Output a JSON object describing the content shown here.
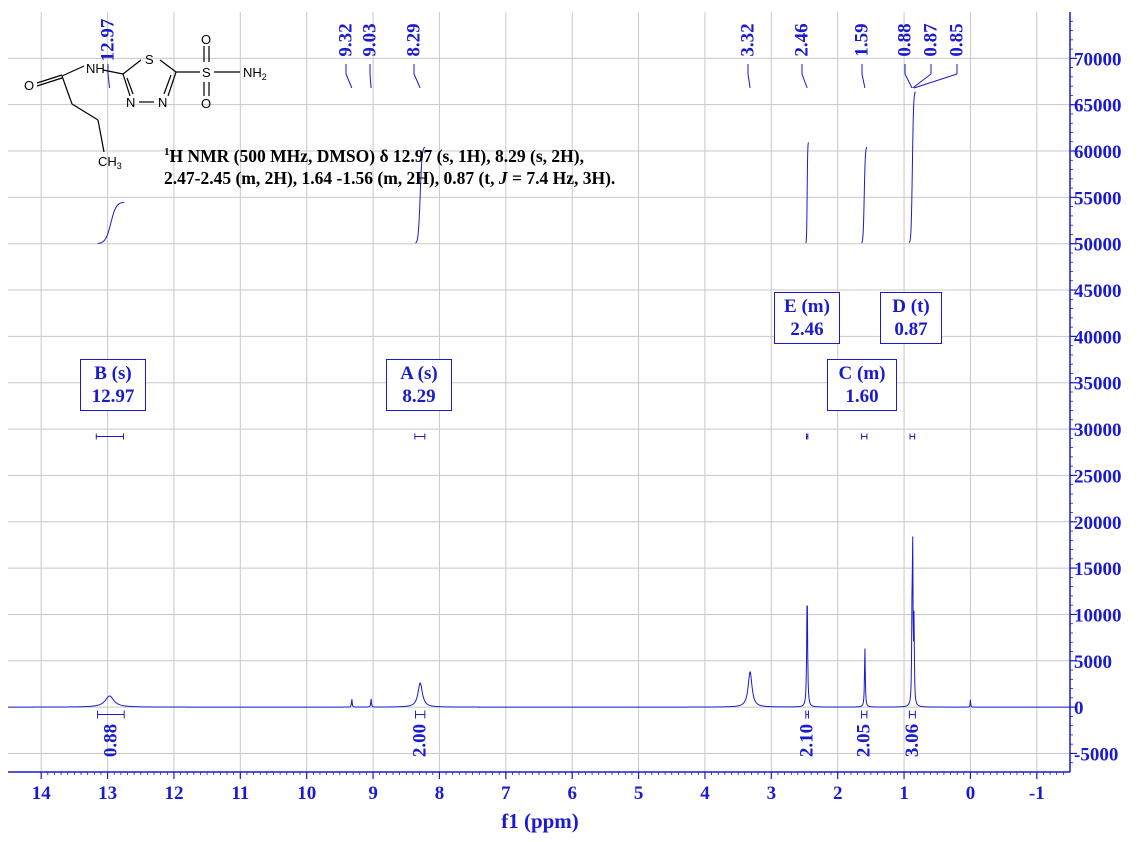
{
  "chart_data": {
    "type": "line",
    "xlabel": "f1 (ppm)",
    "xlim": [
      14.5,
      -1.5
    ],
    "ylim": [
      -7000,
      75000
    ],
    "x_ticks": [
      14,
      13,
      12,
      11,
      10,
      9,
      8,
      7,
      6,
      5,
      4,
      3,
      2,
      1,
      0,
      -1
    ],
    "x_tick_labels": [
      "14",
      "13",
      "12",
      "11",
      "10",
      "9",
      "8",
      "7",
      "6",
      "5",
      "4",
      "3",
      "2",
      "1",
      "0",
      "-1"
    ],
    "y_ticks": [
      -5000,
      0,
      5000,
      10000,
      15000,
      20000,
      25000,
      30000,
      35000,
      40000,
      45000,
      50000,
      55000,
      60000,
      65000,
      70000
    ],
    "y_tick_labels": [
      "-5000",
      "0",
      "5000",
      "10000",
      "15000",
      "20000",
      "25000",
      "30000",
      "35000",
      "40000",
      "45000",
      "50000",
      "55000",
      "60000",
      "65000",
      "70000"
    ],
    "grid": true,
    "peaks": [
      {
        "ppm": 12.97,
        "height": 1200,
        "width": 0.08
      },
      {
        "ppm": 9.32,
        "height": 900,
        "width": 0.006
      },
      {
        "ppm": 9.03,
        "height": 900,
        "width": 0.006
      },
      {
        "ppm": 8.29,
        "height": 2600,
        "width": 0.04
      },
      {
        "ppm": 3.32,
        "height": 3800,
        "width": 0.035
      },
      {
        "ppm": 2.46,
        "height": 12500,
        "width": 0.008
      },
      {
        "ppm": 1.59,
        "height": 6400,
        "width": 0.007
      },
      {
        "ppm": 0.88,
        "height": 8800,
        "width": 0.006
      },
      {
        "ppm": 0.87,
        "height": 15800,
        "width": 0.006
      },
      {
        "ppm": 0.85,
        "height": 8800,
        "width": 0.006
      },
      {
        "ppm": 0.0,
        "height": 900,
        "width": 0.004
      }
    ],
    "peak_labels": [
      "12.97",
      "9.32",
      "9.03",
      "8.29",
      "3.32",
      "2.46",
      "1.59",
      "0.88",
      "0.87",
      "0.85"
    ],
    "peak_label_ppm": [
      12.97,
      9.32,
      9.03,
      8.29,
      3.32,
      2.46,
      1.59,
      0.88,
      0.87,
      0.85
    ],
    "integrals": [
      {
        "from": 13.15,
        "to": 12.75,
        "value": "0.88",
        "curve_bottom": 50000,
        "curve_top": 54500
      },
      {
        "from": 8.36,
        "to": 8.22,
        "value": "2.00",
        "curve_bottom": 50000,
        "curve_top": 60500
      },
      {
        "from": 2.48,
        "to": 2.44,
        "value": "2.10",
        "curve_bottom": 50000,
        "curve_top": 61000
      },
      {
        "from": 1.64,
        "to": 1.56,
        "value": "2.05",
        "curve_bottom": 50000,
        "curve_top": 60500
      },
      {
        "from": 0.92,
        "to": 0.83,
        "value": "3.06",
        "curve_bottom": 50000,
        "curve_top": 66500
      }
    ],
    "multiplets": [
      {
        "name": "B (s)",
        "shift": "12.97",
        "ppm": 12.97,
        "range": [
          13.17,
          12.76
        ]
      },
      {
        "name": "A (s)",
        "shift": "8.29",
        "ppm": 8.29,
        "range": [
          8.37,
          8.22
        ]
      },
      {
        "name": "E (m)",
        "shift": "2.46",
        "ppm": 2.46,
        "range": [
          2.47,
          2.45
        ]
      },
      {
        "name": "C (m)",
        "shift": "1.60",
        "ppm": 1.6,
        "range": [
          1.64,
          1.56
        ]
      },
      {
        "name": "D (t)",
        "shift": "0.87",
        "ppm": 0.87,
        "range": [
          0.91,
          0.84
        ]
      }
    ],
    "annotation_line1": "H NMR (500 MHz, DMSO) δ 12.97 (s, 1H), 8.29 (s, 2H),",
    "annotation_sup": "1",
    "annotation_line2_a": "2.47-2.45 (m, 2H), 1.64 -1.56 (m, 2H), 0.87 (t, ",
    "annotation_line2_j": "J",
    "annotation_line2_b": " = 7.4 Hz, 3H).",
    "colors": {
      "axis": "#1a1ad0",
      "spectrum": "#1a1ad0",
      "grid": "#c8c8c8",
      "text": "#000000"
    }
  },
  "structure": {
    "labels": {
      "o1": "O",
      "nh": "NH",
      "s": "S",
      "n1": "N",
      "n2": "N",
      "s2": "S",
      "o2": "O",
      "o3": "O",
      "nh2": "NH",
      "nh2_sub": "2",
      "ch3": "CH",
      "ch3_sub": "3"
    }
  }
}
